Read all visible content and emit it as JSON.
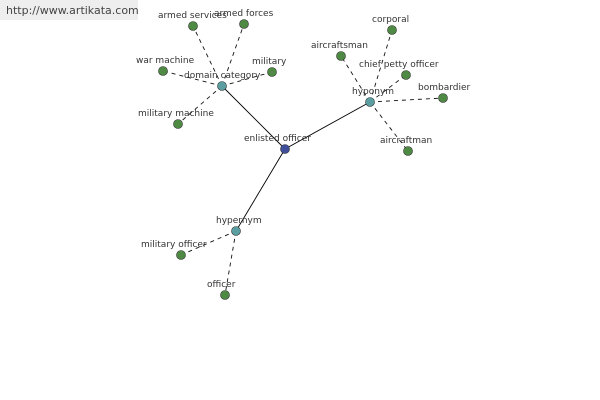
{
  "watermark": {
    "url": "http://www.artikata.com"
  },
  "colors": {
    "center": "#3f4f9a",
    "hub": "#5a9ea1",
    "leaf": "#4e8a43",
    "solid_edge": "#000000",
    "dashed_edge": "#111111"
  },
  "graph": {
    "center": {
      "id": "enlisted-officer",
      "label": "enlisted officer"
    },
    "hubs": [
      {
        "id": "domain-category",
        "label": "domain category"
      },
      {
        "id": "hyponym",
        "label": "hyponym"
      },
      {
        "id": "hypernym",
        "label": "hypernym"
      }
    ],
    "leaves": [
      {
        "id": "armed-services",
        "hub": "domain-category",
        "label": "armed services"
      },
      {
        "id": "armed-forces",
        "hub": "domain-category",
        "label": "armed forces"
      },
      {
        "id": "war-machine",
        "hub": "domain-category",
        "label": "war machine"
      },
      {
        "id": "military",
        "hub": "domain-category",
        "label": "military"
      },
      {
        "id": "military-machine",
        "hub": "domain-category",
        "label": "military machine"
      },
      {
        "id": "corporal",
        "hub": "hyponym",
        "label": "corporal"
      },
      {
        "id": "aircraftsman",
        "hub": "hyponym",
        "label": "aircraftsman"
      },
      {
        "id": "chief-petty-officer",
        "hub": "hyponym",
        "label": "chief petty officer"
      },
      {
        "id": "bombardier",
        "hub": "hyponym",
        "label": "bombardier"
      },
      {
        "id": "aircraftman",
        "hub": "hyponym",
        "label": "aircraftman"
      },
      {
        "id": "military-officer",
        "hub": "hypernym",
        "label": "military officer"
      },
      {
        "id": "officer",
        "hub": "hypernym",
        "label": "officer"
      }
    ]
  }
}
